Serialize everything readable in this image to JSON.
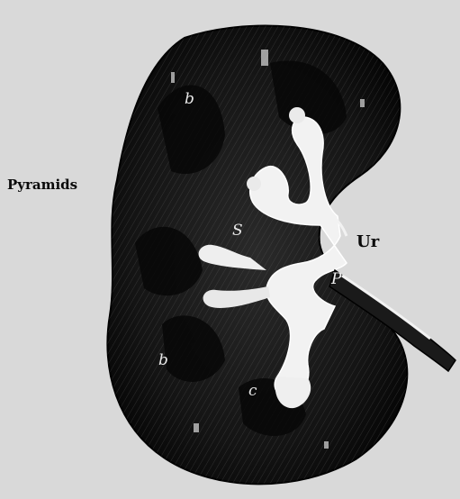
{
  "labels": {
    "pyramids": "Pyramids",
    "ureter": "Ur",
    "s": "S",
    "p": "P",
    "b_top": "b",
    "b_bottom": "b",
    "c": "c"
  },
  "colors": {
    "background": "#d9d9d9",
    "cortex": "#111111",
    "sinus": "#f2f2f2",
    "ureter": "#1a1a1a"
  }
}
